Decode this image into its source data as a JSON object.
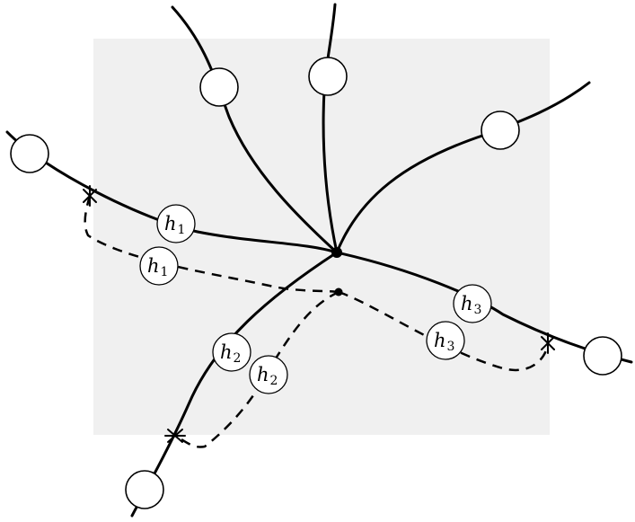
{
  "labels": [
    {
      "base": "h",
      "sub": "1"
    },
    {
      "base": "h",
      "sub": "1"
    },
    {
      "base": "h",
      "sub": "2"
    },
    {
      "base": "h",
      "sub": "2"
    },
    {
      "base": "h",
      "sub": "3"
    },
    {
      "base": "h",
      "sub": "3"
    }
  ],
  "colors": {
    "region": "#f0f0f0",
    "stroke": "#000000",
    "node_fill": "#ffffff"
  }
}
